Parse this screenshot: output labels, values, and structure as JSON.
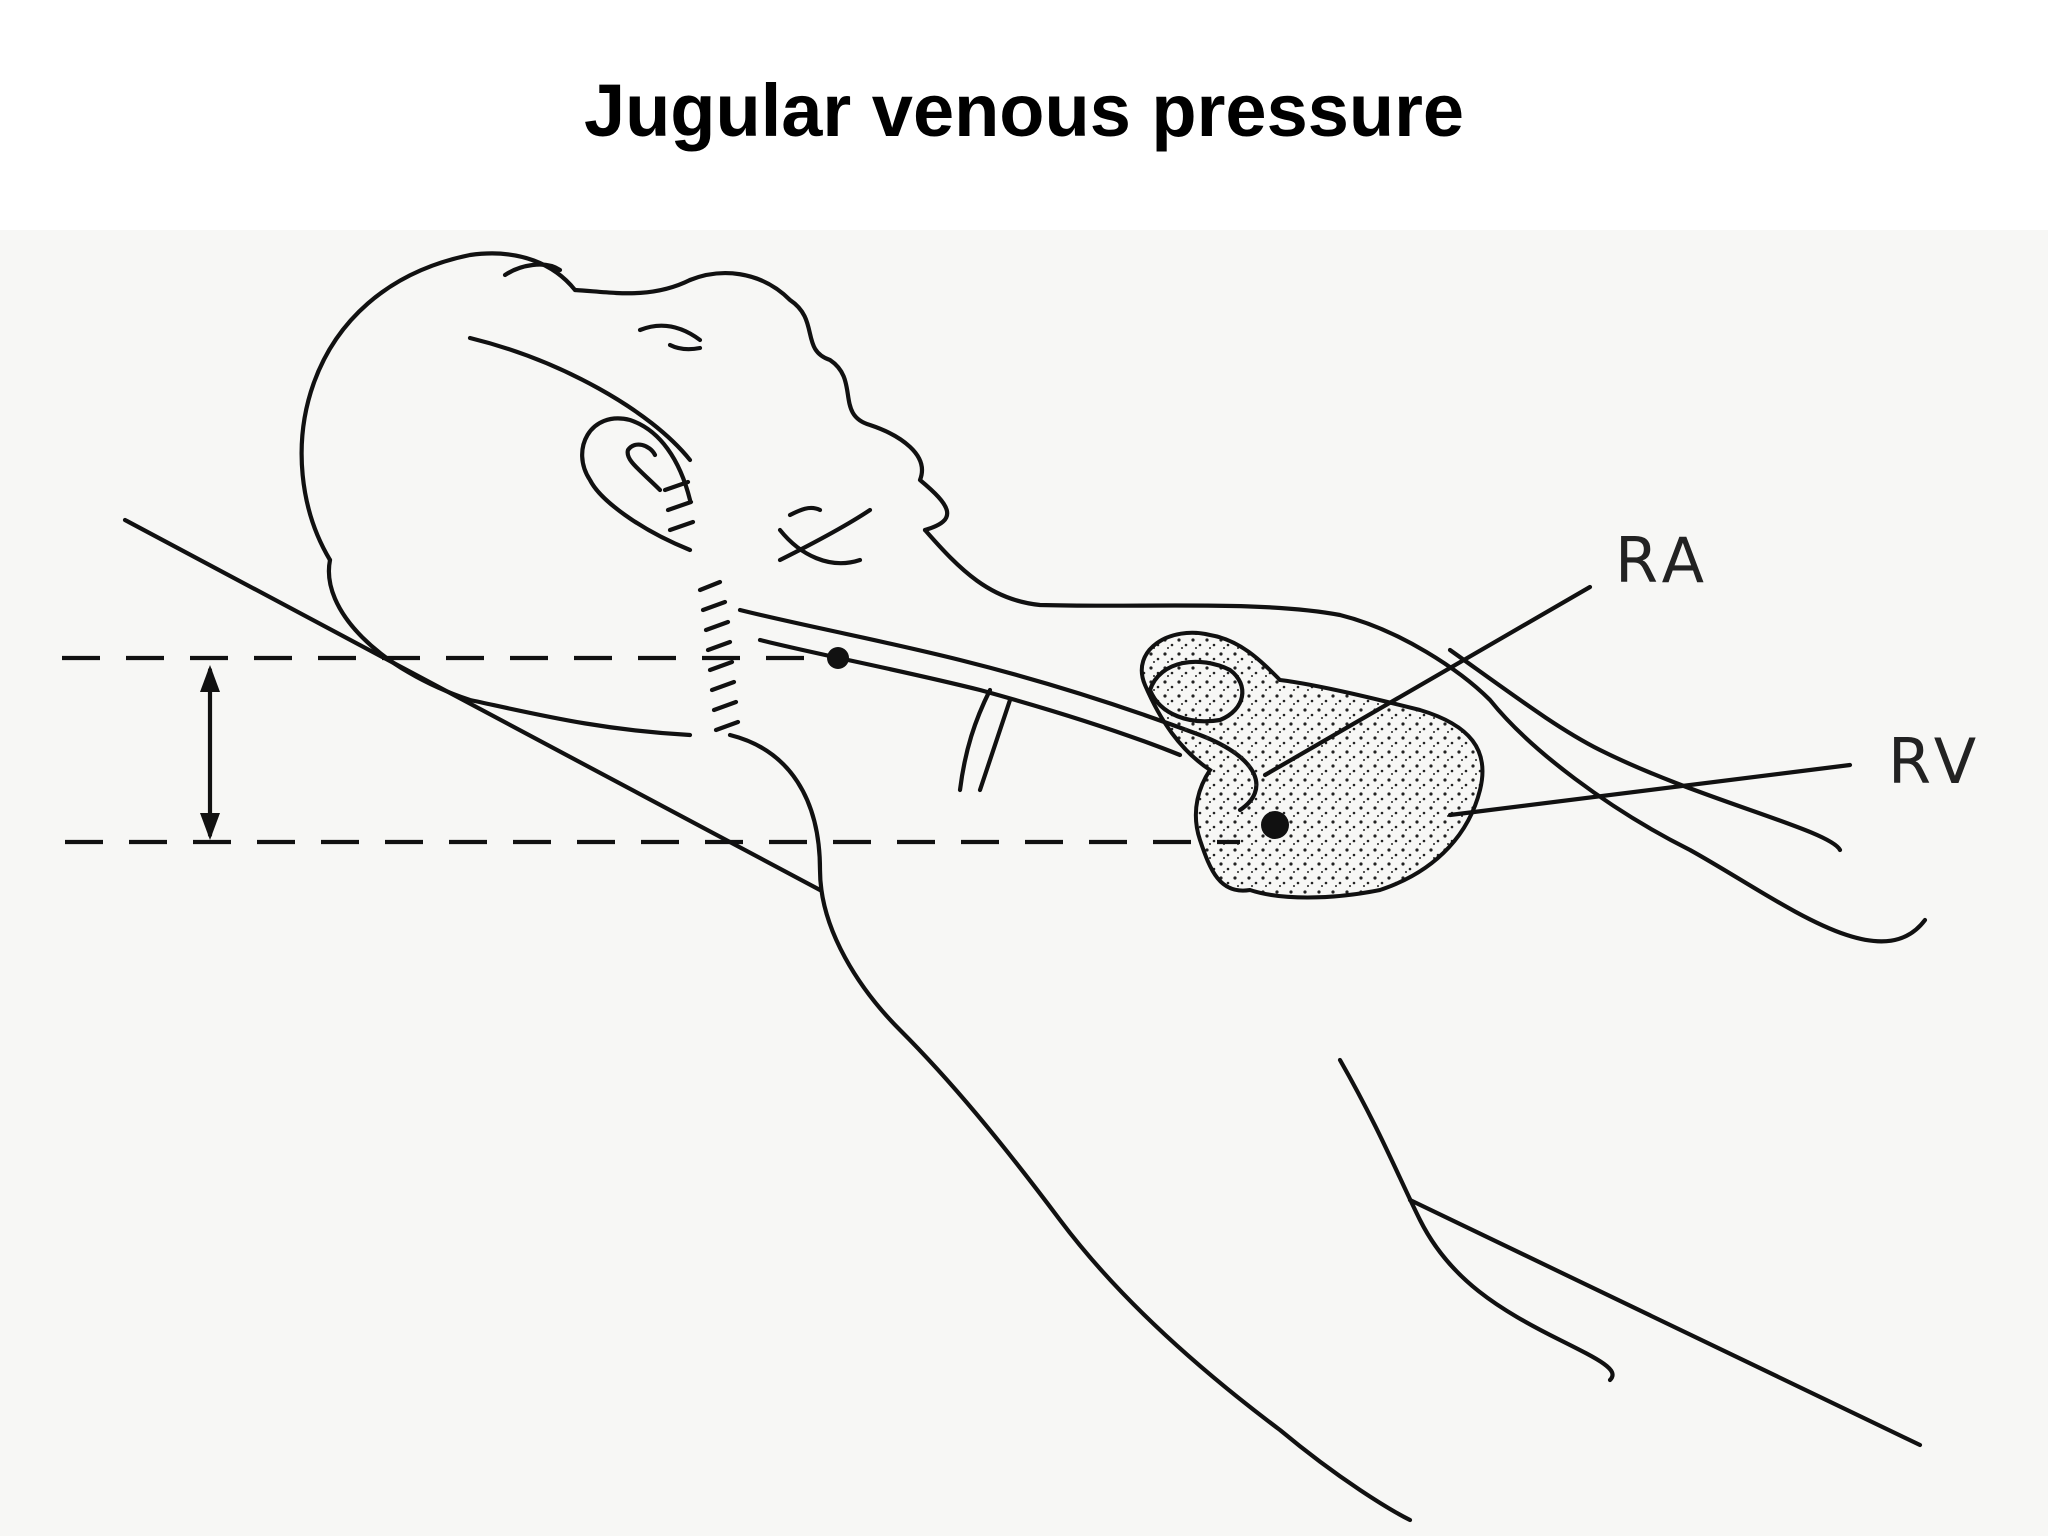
{
  "title": "Jugular venous pressure",
  "diagram": {
    "labels": {
      "ra": "RA",
      "rv": "RV"
    },
    "ink_color": "#111111",
    "paper_color": "#f7f7f5"
  }
}
